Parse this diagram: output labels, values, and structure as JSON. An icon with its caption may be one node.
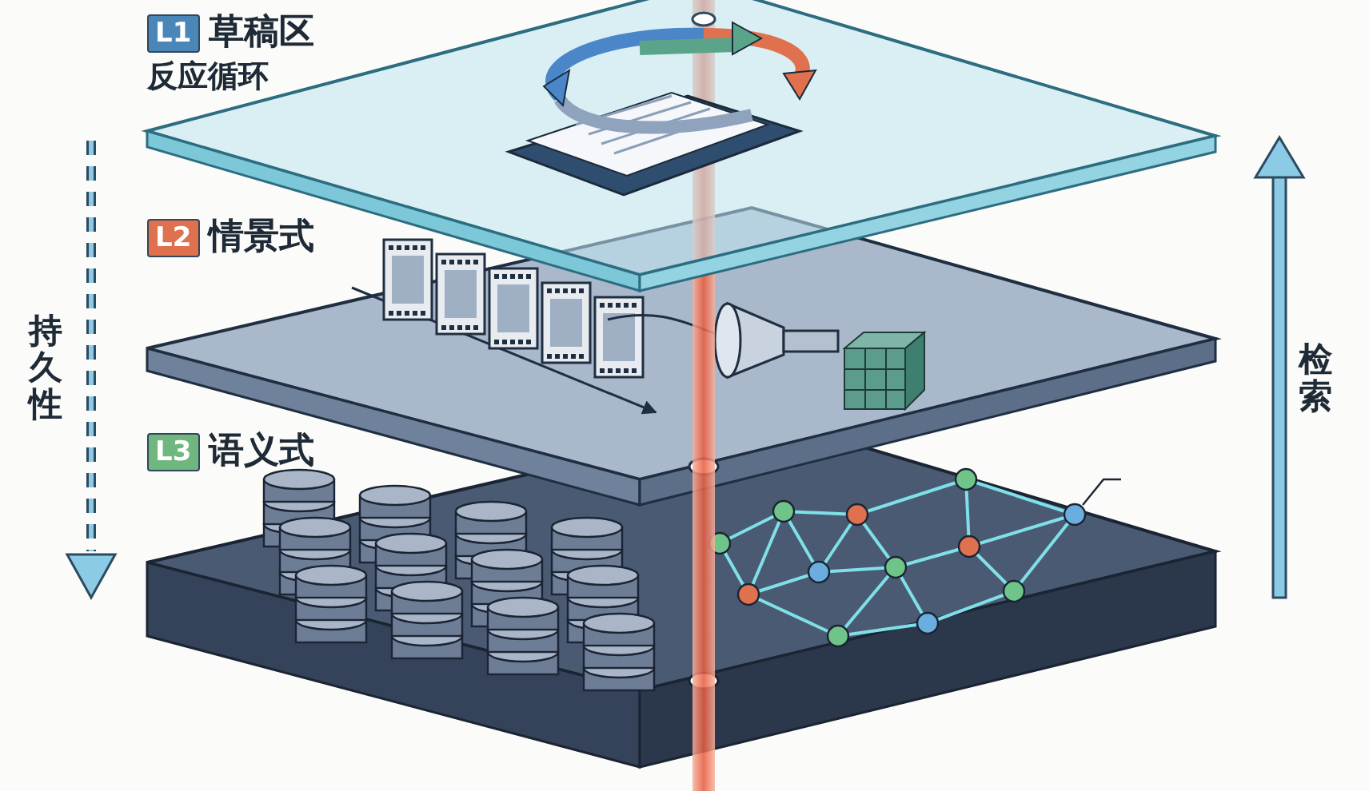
{
  "diagram": {
    "nodes": [
      {
        "text": [
          "L1",
          "草稿区",
          "反应循环"
        ]
      },
      {
        "text": [
          "L2",
          "情景式"
        ]
      },
      {
        "text": [
          "L3",
          "语义式"
        ]
      },
      {
        "text": [],
        "shape": "bar"
      }
    ],
    "labels": [
      "持久性",
      "检索"
    ]
  }
}
